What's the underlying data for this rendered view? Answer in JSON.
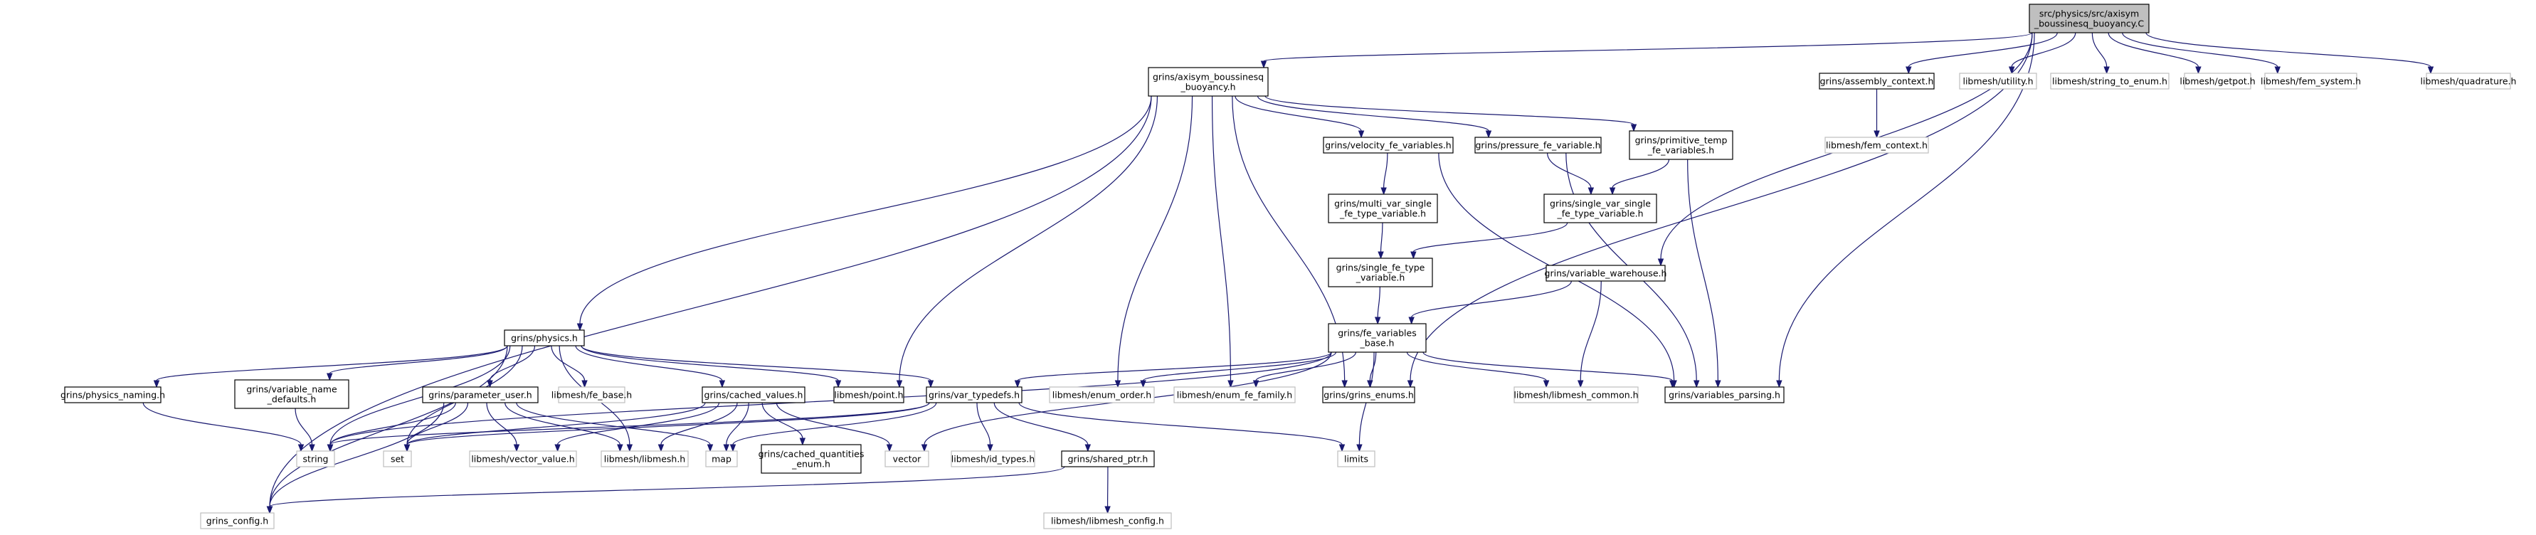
{
  "graph": {
    "colors": {
      "edge": "#191970",
      "node_border": "#000000",
      "node_border_external": "#bfbfbf",
      "root_fill": "#bfbfbf",
      "node_fill": "#ffffff"
    },
    "nodes": [
      {
        "id": "root",
        "lines": [
          "src/physics/src/axisym",
          "_boussinesq_buoyancy.C"
        ],
        "kind": "root"
      },
      {
        "id": "axisym_h",
        "lines": [
          "grins/axisym_boussinesq",
          "_buoyancy.h"
        ],
        "kind": "local"
      },
      {
        "id": "assembly_context",
        "lines": [
          "grins/assembly_context.h"
        ],
        "kind": "local"
      },
      {
        "id": "utility",
        "lines": [
          "libmesh/utility.h"
        ],
        "kind": "external"
      },
      {
        "id": "string_to_enum",
        "lines": [
          "libmesh/string_to_enum.h"
        ],
        "kind": "external"
      },
      {
        "id": "getpot",
        "lines": [
          "libmesh/getpot.h"
        ],
        "kind": "external"
      },
      {
        "id": "fem_system",
        "lines": [
          "libmesh/fem_system.h"
        ],
        "kind": "external"
      },
      {
        "id": "quadrature",
        "lines": [
          "libmesh/quadrature.h"
        ],
        "kind": "external"
      },
      {
        "id": "fem_context",
        "lines": [
          "libmesh/fem_context.h"
        ],
        "kind": "external"
      },
      {
        "id": "velocity_fe",
        "lines": [
          "grins/velocity_fe_variables.h"
        ],
        "kind": "local"
      },
      {
        "id": "pressure_fe",
        "lines": [
          "grins/pressure_fe_variable.h"
        ],
        "kind": "local"
      },
      {
        "id": "primitive_temp",
        "lines": [
          "grins/primitive_temp",
          "_fe_variables.h"
        ],
        "kind": "local"
      },
      {
        "id": "multi_var",
        "lines": [
          "grins/multi_var_single",
          "_fe_type_variable.h"
        ],
        "kind": "local"
      },
      {
        "id": "single_var",
        "lines": [
          "grins/single_var_single",
          "_fe_type_variable.h"
        ],
        "kind": "local"
      },
      {
        "id": "single_fe_type",
        "lines": [
          "grins/single_fe_type",
          "_variable.h"
        ],
        "kind": "local"
      },
      {
        "id": "variable_warehouse",
        "lines": [
          "grins/variable_warehouse.h"
        ],
        "kind": "local"
      },
      {
        "id": "fe_variables_base",
        "lines": [
          "grins/fe_variables",
          "_base.h"
        ],
        "kind": "local"
      },
      {
        "id": "physics",
        "lines": [
          "grins/physics.h"
        ],
        "kind": "local"
      },
      {
        "id": "physics_naming",
        "lines": [
          "grins/physics_naming.h"
        ],
        "kind": "local"
      },
      {
        "id": "variable_name_defaults",
        "lines": [
          "grins/variable_name",
          "_defaults.h"
        ],
        "kind": "local"
      },
      {
        "id": "parameter_user",
        "lines": [
          "grins/parameter_user.h"
        ],
        "kind": "local"
      },
      {
        "id": "fe_base",
        "lines": [
          "libmesh/fe_base.h"
        ],
        "kind": "external"
      },
      {
        "id": "cached_values",
        "lines": [
          "grins/cached_values.h"
        ],
        "kind": "local"
      },
      {
        "id": "point",
        "lines": [
          "libmesh/point.h"
        ],
        "kind": "local"
      },
      {
        "id": "var_typedefs",
        "lines": [
          "grins/var_typedefs.h"
        ],
        "kind": "local"
      },
      {
        "id": "enum_order",
        "lines": [
          "libmesh/enum_order.h"
        ],
        "kind": "external"
      },
      {
        "id": "enum_fe_family",
        "lines": [
          "libmesh/enum_fe_family.h"
        ],
        "kind": "external"
      },
      {
        "id": "grins_enums",
        "lines": [
          "grins/grins_enums.h"
        ],
        "kind": "local"
      },
      {
        "id": "libmesh_common",
        "lines": [
          "libmesh/libmesh_common.h"
        ],
        "kind": "external"
      },
      {
        "id": "variables_parsing",
        "lines": [
          "grins/variables_parsing.h"
        ],
        "kind": "local"
      },
      {
        "id": "string",
        "lines": [
          "string"
        ],
        "kind": "external"
      },
      {
        "id": "set",
        "lines": [
          "set"
        ],
        "kind": "external"
      },
      {
        "id": "vector_value",
        "lines": [
          "libmesh/vector_value.h"
        ],
        "kind": "external"
      },
      {
        "id": "libmesh_h",
        "lines": [
          "libmesh/libmesh.h"
        ],
        "kind": "external"
      },
      {
        "id": "map",
        "lines": [
          "map"
        ],
        "kind": "external"
      },
      {
        "id": "cached_quantities_enum",
        "lines": [
          "grins/cached_quantities",
          "_enum.h"
        ],
        "kind": "local"
      },
      {
        "id": "vector",
        "lines": [
          "vector"
        ],
        "kind": "external"
      },
      {
        "id": "id_types",
        "lines": [
          "libmesh/id_types.h"
        ],
        "kind": "external"
      },
      {
        "id": "shared_ptr",
        "lines": [
          "grins/shared_ptr.h"
        ],
        "kind": "local"
      },
      {
        "id": "limits",
        "lines": [
          "limits"
        ],
        "kind": "external"
      },
      {
        "id": "grins_config",
        "lines": [
          "grins_config.h"
        ],
        "kind": "external"
      },
      {
        "id": "libmesh_config",
        "lines": [
          "libmesh/libmesh_config.h"
        ],
        "kind": "external"
      }
    ],
    "edges": [
      [
        "root",
        "axisym_h"
      ],
      [
        "root",
        "assembly_context"
      ],
      [
        "root",
        "utility"
      ],
      [
        "root",
        "string_to_enum"
      ],
      [
        "root",
        "getpot"
      ],
      [
        "root",
        "fem_system"
      ],
      [
        "root",
        "quadrature"
      ],
      [
        "root",
        "grins_enums"
      ],
      [
        "root",
        "variable_warehouse"
      ],
      [
        "root",
        "variables_parsing"
      ],
      [
        "assembly_context",
        "fem_context"
      ],
      [
        "axisym_h",
        "physics"
      ],
      [
        "axisym_h",
        "velocity_fe"
      ],
      [
        "axisym_h",
        "pressure_fe"
      ],
      [
        "axisym_h",
        "primitive_temp"
      ],
      [
        "axisym_h",
        "grins_config"
      ],
      [
        "axisym_h",
        "point"
      ],
      [
        "axisym_h",
        "enum_order"
      ],
      [
        "axisym_h",
        "enum_fe_family"
      ],
      [
        "axisym_h",
        "grins_enums"
      ],
      [
        "velocity_fe",
        "multi_var"
      ],
      [
        "velocity_fe",
        "variables_parsing"
      ],
      [
        "pressure_fe",
        "single_var"
      ],
      [
        "pressure_fe",
        "variables_parsing"
      ],
      [
        "primitive_temp",
        "single_var"
      ],
      [
        "primitive_temp",
        "variables_parsing"
      ],
      [
        "multi_var",
        "single_fe_type"
      ],
      [
        "single_var",
        "single_fe_type"
      ],
      [
        "single_fe_type",
        "fe_variables_base"
      ],
      [
        "variable_warehouse",
        "fe_variables_base"
      ],
      [
        "variable_warehouse",
        "libmesh_common"
      ],
      [
        "fe_variables_base",
        "var_typedefs"
      ],
      [
        "fe_variables_base",
        "enum_order"
      ],
      [
        "fe_variables_base",
        "enum_fe_family"
      ],
      [
        "fe_variables_base",
        "grins_enums"
      ],
      [
        "fe_variables_base",
        "libmesh_common"
      ],
      [
        "fe_variables_base",
        "variables_parsing"
      ],
      [
        "fe_variables_base",
        "string"
      ],
      [
        "fe_variables_base",
        "vector"
      ],
      [
        "fe_variables_base",
        "limits"
      ],
      [
        "physics",
        "physics_naming"
      ],
      [
        "physics",
        "variable_name_defaults"
      ],
      [
        "physics",
        "parameter_user"
      ],
      [
        "physics",
        "fe_base"
      ],
      [
        "physics",
        "cached_values"
      ],
      [
        "physics",
        "point"
      ],
      [
        "physics",
        "var_typedefs"
      ],
      [
        "physics",
        "string"
      ],
      [
        "physics",
        "set"
      ],
      [
        "physics",
        "libmesh_h"
      ],
      [
        "physics",
        "grins_config"
      ],
      [
        "physics_naming",
        "string"
      ],
      [
        "variable_name_defaults",
        "string"
      ],
      [
        "parameter_user",
        "string"
      ],
      [
        "parameter_user",
        "set"
      ],
      [
        "parameter_user",
        "vector_value"
      ],
      [
        "parameter_user",
        "libmesh_h"
      ],
      [
        "parameter_user",
        "map"
      ],
      [
        "parameter_user",
        "grins_config"
      ],
      [
        "cached_values",
        "set"
      ],
      [
        "cached_values",
        "vector_value"
      ],
      [
        "cached_values",
        "libmesh_h"
      ],
      [
        "cached_values",
        "map"
      ],
      [
        "cached_values",
        "cached_quantities_enum"
      ],
      [
        "cached_values",
        "vector"
      ],
      [
        "var_typedefs",
        "string"
      ],
      [
        "var_typedefs",
        "set"
      ],
      [
        "var_typedefs",
        "map"
      ],
      [
        "var_typedefs",
        "id_types"
      ],
      [
        "var_typedefs",
        "shared_ptr"
      ],
      [
        "var_typedefs",
        "limits"
      ],
      [
        "shared_ptr",
        "grins_config"
      ],
      [
        "shared_ptr",
        "libmesh_config"
      ]
    ]
  }
}
